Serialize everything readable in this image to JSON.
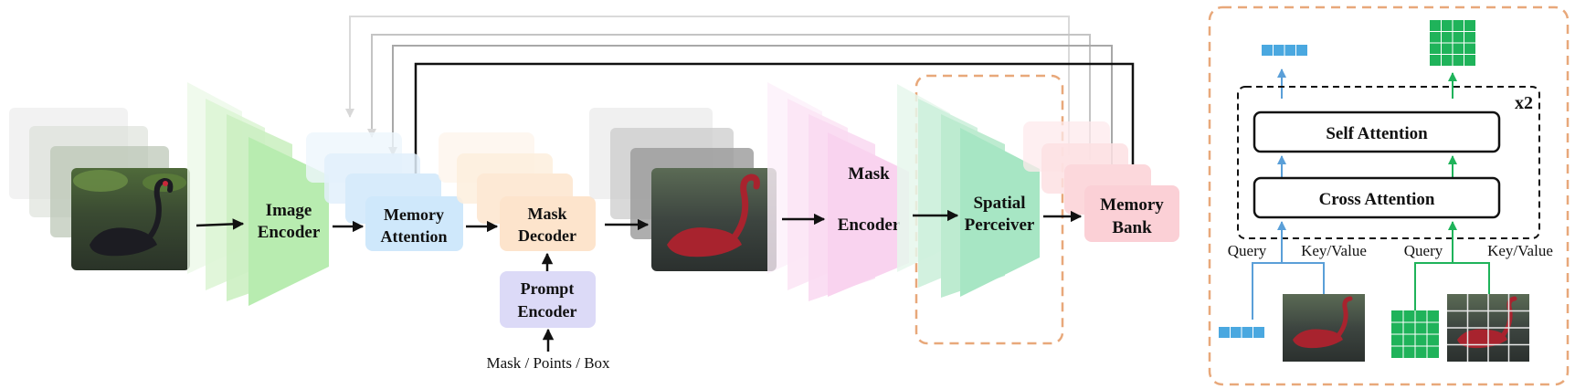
{
  "pipeline": {
    "image_encoder": [
      "Image",
      "Encoder"
    ],
    "memory_attention": [
      "Memory",
      "Attention"
    ],
    "mask_decoder": [
      "Mask",
      "Decoder"
    ],
    "prompt_encoder": [
      "Prompt",
      "Encoder"
    ],
    "prompt_input": "Mask / Points / Box",
    "mask_encoder": [
      "Mask",
      "Encoder"
    ],
    "spatial_perceiver": [
      "Spatial",
      "Perceiver"
    ],
    "memory_bank": [
      "Memory",
      "Bank"
    ]
  },
  "detail": {
    "repeat": "x2",
    "self_attention": "Self Attention",
    "cross_attention": "Cross Attention",
    "query_left": "Query",
    "keyvalue_left": "Key/Value",
    "query_right": "Query",
    "keyvalue_right": "Key/Value"
  },
  "colors": {
    "encoder_green": "#b8ecb0",
    "perceiver_green": "#a7e6c4",
    "memory_attention_blue": "#cfe8fb",
    "mask_decoder_orange": "#fde4cc",
    "prompt_encoder_purple": "#dcdaf7",
    "mask_encoder_pink": "#f9d3ef",
    "memory_bank_pink": "#fbd0d6",
    "dashed_orange": "#e8a87a",
    "token_blue": "#4aa8e0",
    "token_green": "#1fb35a"
  }
}
